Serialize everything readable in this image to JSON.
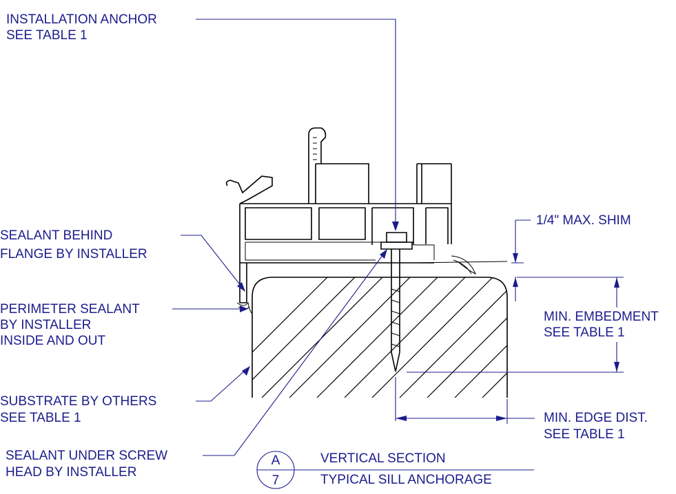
{
  "colors": {
    "annotation": "#1c1c8c",
    "linework": "#000000",
    "background": "#ffffff"
  },
  "callouts": {
    "installation_anchor": [
      "INSTALLATION ANCHOR",
      "SEE TABLE 1"
    ],
    "sealant_behind_flange": [
      "SEALANT BEHIND",
      "FLANGE BY INSTALLER"
    ],
    "perimeter_sealant": [
      "PERIMETER SEALANT",
      "BY INSTALLER",
      "INSIDE AND OUT"
    ],
    "substrate": [
      "SUBSTRATE BY OTHERS",
      "SEE TABLE 1"
    ],
    "sealant_under_screw": [
      "SEALANT UNDER SCREW",
      "HEAD BY INSTALLER"
    ],
    "max_shim": [
      "1/4\"  MAX. SHIM"
    ],
    "min_embedment": [
      "MIN. EMBEDMENT",
      "SEE TABLE 1"
    ],
    "min_edge_dist": [
      "MIN. EDGE DIST.",
      "SEE TABLE 1"
    ]
  },
  "title_block": {
    "detail_letter": "A",
    "sheet_number": "7",
    "title": "VERTICAL SECTION",
    "subtitle": "TYPICAL SILL ANCHORAGE"
  }
}
